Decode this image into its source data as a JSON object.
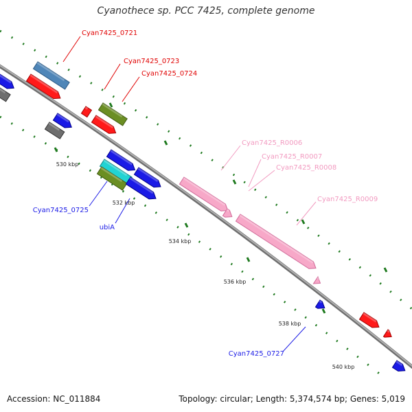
{
  "title": "Cyanothece sp. PCC 7425, complete genome",
  "accession": "Accession: NC_011884",
  "topology": "Topology: circular; Length: 5,374,574 bp; Genes: 5,019",
  "colors": {
    "backbone": "#8c8c8c",
    "dots": "#1f7a1f",
    "forward_label": "#e00000",
    "rna_label": "#f29ac0",
    "reverse_label": "#1a1ae6"
  },
  "ticks": [
    {
      "label": "530 kbp"
    },
    {
      "label": "532 kbp"
    },
    {
      "label": "534 kbp"
    },
    {
      "label": "536 kbp"
    },
    {
      "label": "538 kbp"
    },
    {
      "label": "540 kbp"
    }
  ],
  "labels": [
    {
      "text": "Cyan7425_0721",
      "kind": "forward"
    },
    {
      "text": "Cyan7425_0723",
      "kind": "forward"
    },
    {
      "text": "Cyan7425_0724",
      "kind": "forward"
    },
    {
      "text": "Cyan7425_R0006",
      "kind": "rna"
    },
    {
      "text": "Cyan7425_R0007",
      "kind": "rna"
    },
    {
      "text": "Cyan7425_R0008",
      "kind": "rna"
    },
    {
      "text": "Cyan7425_R0009",
      "kind": "rna"
    },
    {
      "text": "Cyan7425_0725",
      "kind": "reverse"
    },
    {
      "text": "ubiA",
      "kind": "reverse"
    },
    {
      "text": "Cyan7425_0727",
      "kind": "reverse"
    }
  ]
}
